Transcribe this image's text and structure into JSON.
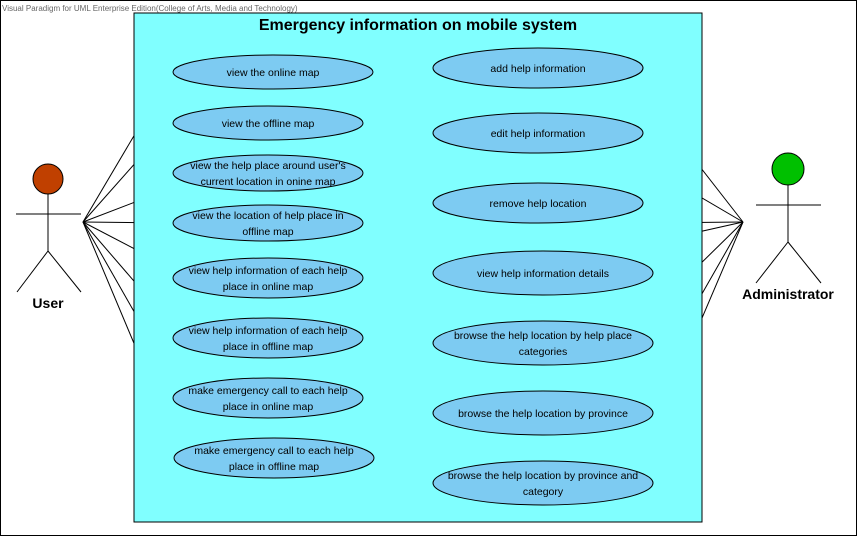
{
  "watermark": "Visual Paradigm for UML Enterprise Edition(College of Arts, Media and Technology)",
  "system": {
    "title": "Emergency information on mobile system",
    "fill": "#80FFFF"
  },
  "actors": {
    "user": {
      "label": "User",
      "head_color": "#C04000"
    },
    "admin": {
      "label": "Administrator",
      "head_color": "#00C000"
    }
  },
  "colors": {
    "usecase_fill": "#7DCBF2",
    "line": "#000000"
  },
  "left_usecases": [
    {
      "lines": [
        "view the online map"
      ]
    },
    {
      "lines": [
        "view the offline map"
      ]
    },
    {
      "lines": [
        "view the help place around user's",
        "current location in onine map"
      ]
    },
    {
      "lines": [
        "view the location of help place in",
        "offline map"
      ]
    },
    {
      "lines": [
        "view help information of each help",
        "place in online map"
      ]
    },
    {
      "lines": [
        "view help information of each help",
        "place in offline map"
      ]
    },
    {
      "lines": [
        "make emergency call to each help",
        "place in online map"
      ]
    },
    {
      "lines": [
        "make emergency call to each help",
        "place in offline map"
      ]
    }
  ],
  "right_usecases": [
    {
      "lines": [
        "add help information"
      ]
    },
    {
      "lines": [
        "edit help information"
      ]
    },
    {
      "lines": [
        "remove help location"
      ]
    },
    {
      "lines": [
        "view help information details"
      ]
    },
    {
      "lines": [
        "browse the help location by help place",
        "categories"
      ]
    },
    {
      "lines": [
        "browse the help location by province"
      ]
    },
    {
      "lines": [
        "browse the help location by province and",
        "category"
      ]
    }
  ]
}
